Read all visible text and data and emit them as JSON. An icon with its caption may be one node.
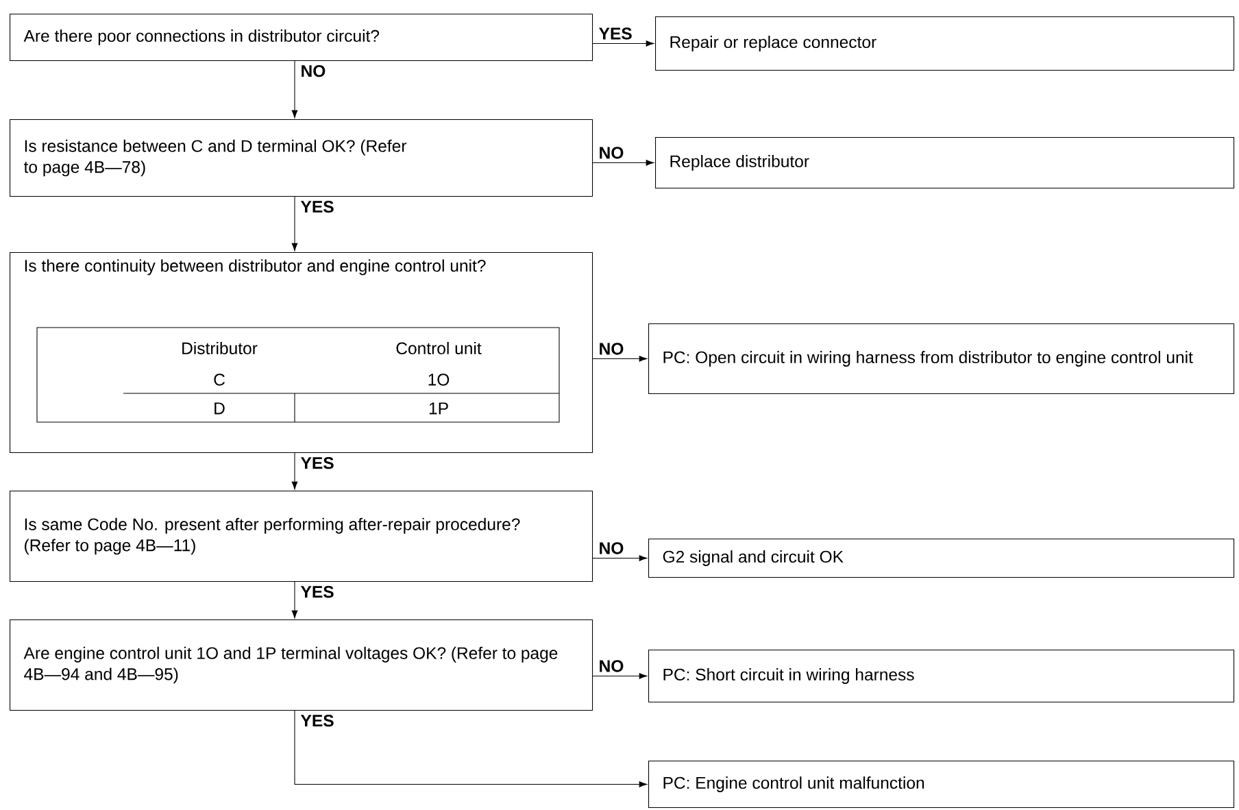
{
  "diagram": {
    "nodes": [
      {
        "text": [
          "Are there poor connections in distributor circuit?"
        ]
      },
      {
        "text": [
          "Repair or replace connector"
        ]
      },
      {
        "text": [
          "Is resistance between C and D terminal OK? (Refer to page 4B—78)"
        ]
      },
      {
        "text": [
          "Replace distributor"
        ]
      },
      {
        "text": [
          "Is there continuity between distributor and engine control unit?"
        ]
      },
      {
        "text": [
          "PC: Open circuit in wiring harness from distributor to engine control unit"
        ]
      },
      {
        "text": [
          "Is same Code No. present after performing after-repair procedure? (Refer to page 4B—11)"
        ]
      },
      {
        "text": [
          "G2 signal and circuit OK"
        ]
      },
      {
        "text": [
          "Are engine control unit 1O and 1P terminal voltages OK? (Refer to page 4B—94 and 4B—95)"
        ]
      },
      {
        "text": [
          "PC: Short circuit in wiring harness"
        ]
      },
      {
        "text": [
          "PC: Engine control unit malfunction"
        ]
      }
    ],
    "edges": [
      {
        "from": 0,
        "to": 1,
        "arrow": "to",
        "label": "YES"
      },
      {
        "from": 0,
        "to": 2,
        "arrow": "to",
        "label": "NO"
      },
      {
        "from": 2,
        "to": 3,
        "arrow": "to",
        "label": "NO"
      },
      {
        "from": 2,
        "to": 4,
        "arrow": "to",
        "label": "YES"
      },
      {
        "from": 4,
        "to": 5,
        "arrow": "to",
        "label": "NO"
      },
      {
        "from": 4,
        "to": 6,
        "arrow": "to",
        "label": "YES"
      },
      {
        "from": 6,
        "to": 7,
        "arrow": "to",
        "label": "NO"
      },
      {
        "from": 6,
        "to": 8,
        "arrow": "to",
        "label": "YES"
      },
      {
        "from": 8,
        "to": 9,
        "arrow": "to",
        "label": "NO"
      },
      {
        "from": 8,
        "to": 10,
        "arrow": "to",
        "label": "YES"
      }
    ],
    "labels": [
      "Distributor",
      "Control unit",
      "C",
      "1O",
      "D",
      "1P"
    ]
  }
}
